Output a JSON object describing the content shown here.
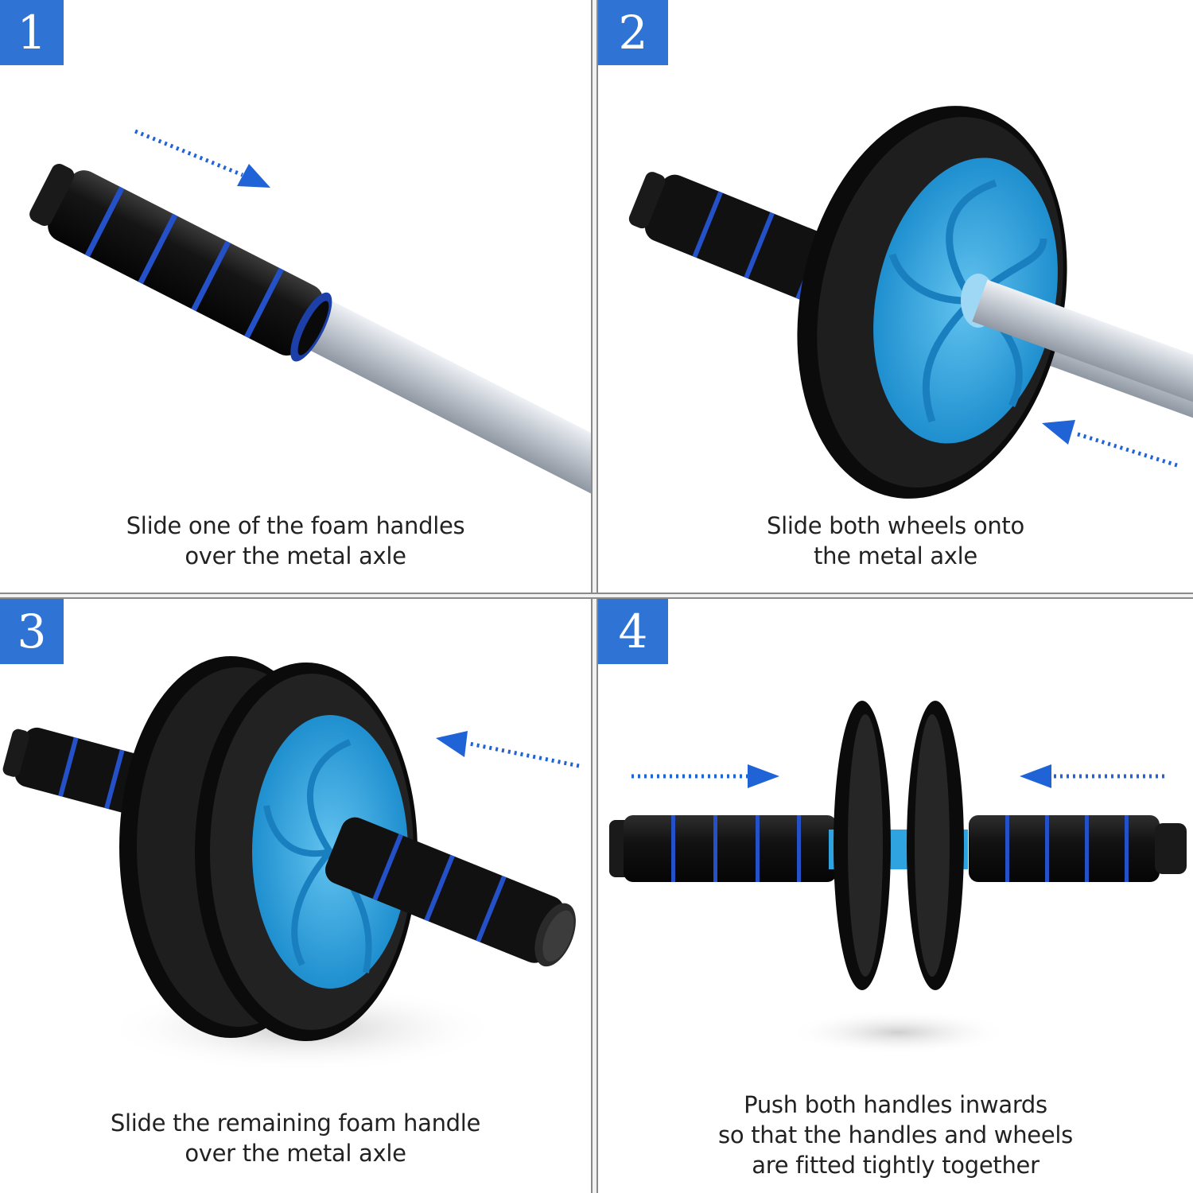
{
  "steps": [
    {
      "number": "1",
      "caption_line1": "Slide one of the foam handles",
      "caption_line2": "over the metal axle"
    },
    {
      "number": "2",
      "caption_line1": "Slide both wheels onto",
      "caption_line2": "the metal axle"
    },
    {
      "number": "3",
      "caption_line1": "Slide the remaining foam handle",
      "caption_line2": "over the metal axle"
    },
    {
      "number": "4",
      "caption_line1": "Push both handles inwards",
      "caption_line2": "so that the handles and wheels",
      "caption_line3": "are fitted tightly together"
    }
  ],
  "colors": {
    "badge": "#2f74d4",
    "arrow": "#1f63d6",
    "foam": "#111111",
    "foam_ring": "#2450c8",
    "wheel_tire": "#0b0b0b",
    "wheel_hub": "#2fa3df",
    "axle": "#c9ced6"
  }
}
